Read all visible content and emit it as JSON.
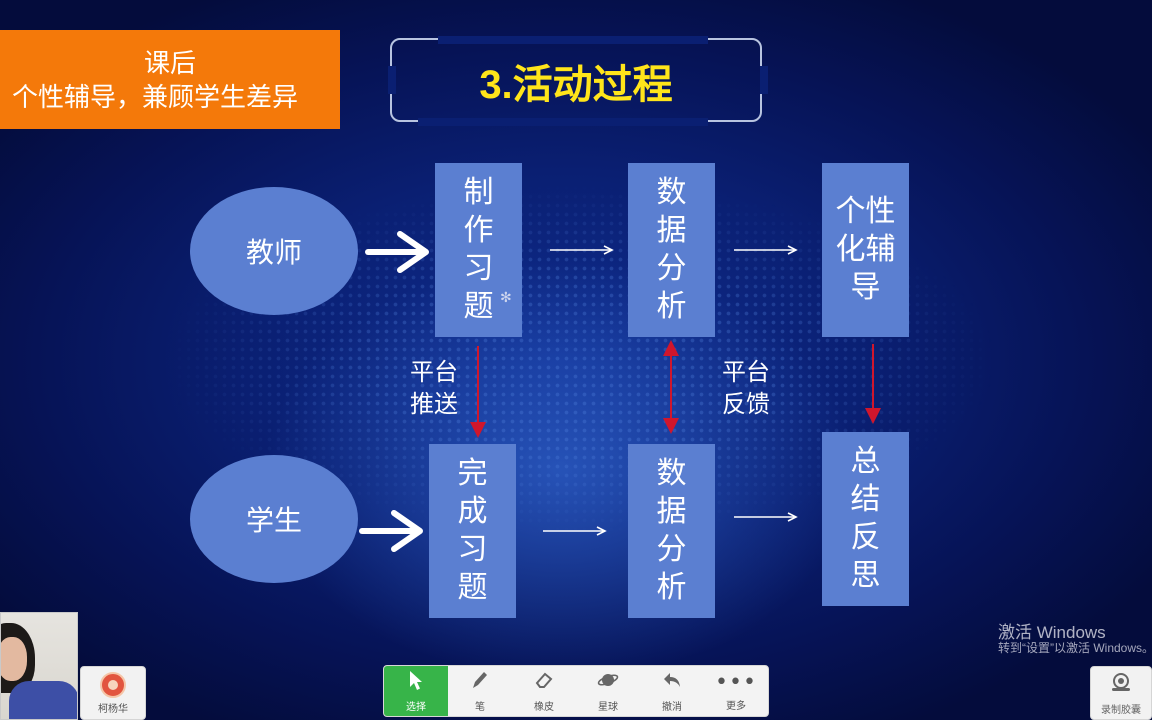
{
  "banner": {
    "line1": "课后",
    "line2": "个性辅导，兼顾学生差异"
  },
  "title": "3.活动过程",
  "actors": {
    "teacher": "教师",
    "student": "学生"
  },
  "teacher_flow": [
    "制作习题",
    "数据分析",
    "个性化辅导"
  ],
  "student_flow": [
    "完成习题",
    "数据分析",
    "总结反思"
  ],
  "labels": {
    "push": "平台推送",
    "feedback": "平台反馈"
  },
  "watermark": {
    "line1": "激活 Windows",
    "line2": "转到“设置”以激活 Windows。"
  },
  "user": {
    "name": "柯杨华"
  },
  "toolbar": [
    {
      "label": "选择",
      "icon": "pointer-icon"
    },
    {
      "label": "笔",
      "icon": "pen-icon"
    },
    {
      "label": "橡皮",
      "icon": "eraser-icon"
    },
    {
      "label": "星球",
      "icon": "planet-icon"
    },
    {
      "label": "撤消",
      "icon": "undo-icon"
    },
    {
      "label": "更多",
      "icon": "more-icon"
    }
  ],
  "record": {
    "label": "录制胶囊"
  },
  "colors": {
    "banner": "#f4790a",
    "title": "#ffe51a",
    "shape": "#5b7fd1",
    "red_arrow": "#d0162c",
    "toolbar_active": "#37b449"
  }
}
